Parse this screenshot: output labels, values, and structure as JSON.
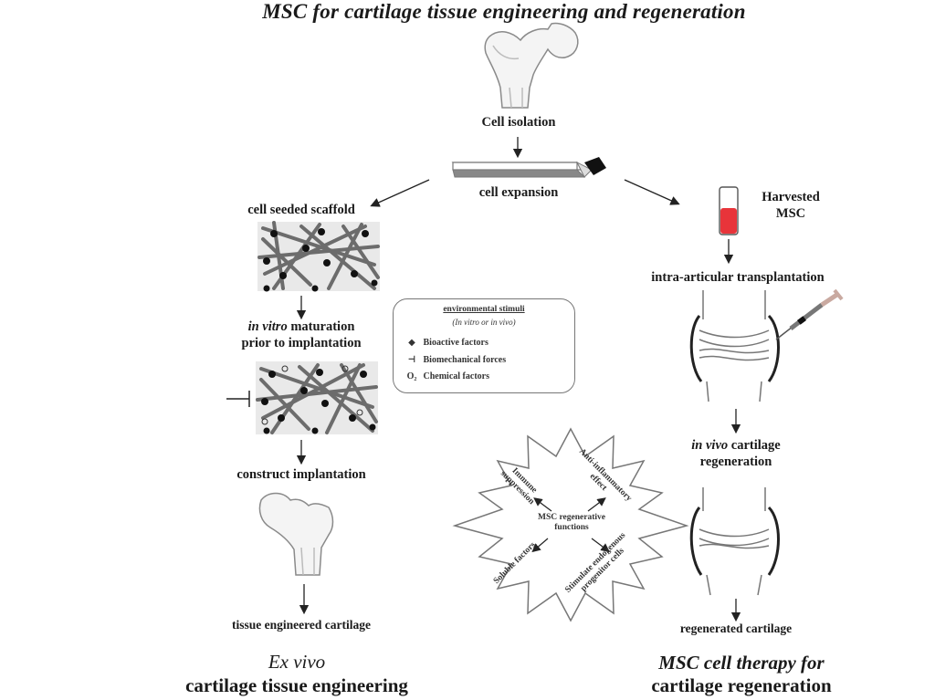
{
  "title": "MSC for cartilage tissue engineering and regeneration",
  "top_flow": {
    "cell_isolation": "Cell isolation",
    "cell_expansion": "cell expansion"
  },
  "left_branch": {
    "cell_seeded_scaffold": "cell seeded scaffold",
    "in_vitro_italic": "in vitro",
    "maturation": " maturation",
    "prior_to_implantation": "prior to implantation",
    "construct_implantation": "construct implantation",
    "tissue_engineered_cartilage": "tissue engineered cartilage",
    "footer_line1": "Ex vivo",
    "footer_line2": "cartilage tissue engineering"
  },
  "right_branch": {
    "harvested_line1": "Harvested",
    "harvested_line2": "MSC",
    "intra_articular": "intra-articular transplantation",
    "in_vivo_italic": "in vivo",
    "cartilage": " cartilage",
    "regeneration": "regeneration",
    "regenerated_cartilage": "regenerated cartilage",
    "footer_line1": "MSC cell therapy for",
    "footer_line2": "cartilage regeneration"
  },
  "legend": {
    "heading": "environmental stimuli",
    "subheading": "(In vitro or in vivo)",
    "items": [
      {
        "symbol": "◆",
        "label": "Bioactive factors"
      },
      {
        "symbol": "⊣",
        "label": "Biomechanical forces"
      },
      {
        "symbol": "O₂",
        "label": "Chemical factors"
      }
    ]
  },
  "star": {
    "center_line1": "MSC regenerative",
    "center_line2": "functions",
    "functions": [
      {
        "line1": "Immune",
        "line2": "suppression"
      },
      {
        "line1": "Anti-inflammatory",
        "line2": "effect"
      },
      {
        "line1": "Soluble factors",
        "line2": ""
      },
      {
        "line1": "Stimulate endogenous",
        "line2": "progenitor cells"
      }
    ]
  },
  "colors": {
    "text": "#1a1a1a",
    "tube_fill": "#e8343a",
    "line": "#333333",
    "bone": "#a9a9a9"
  }
}
